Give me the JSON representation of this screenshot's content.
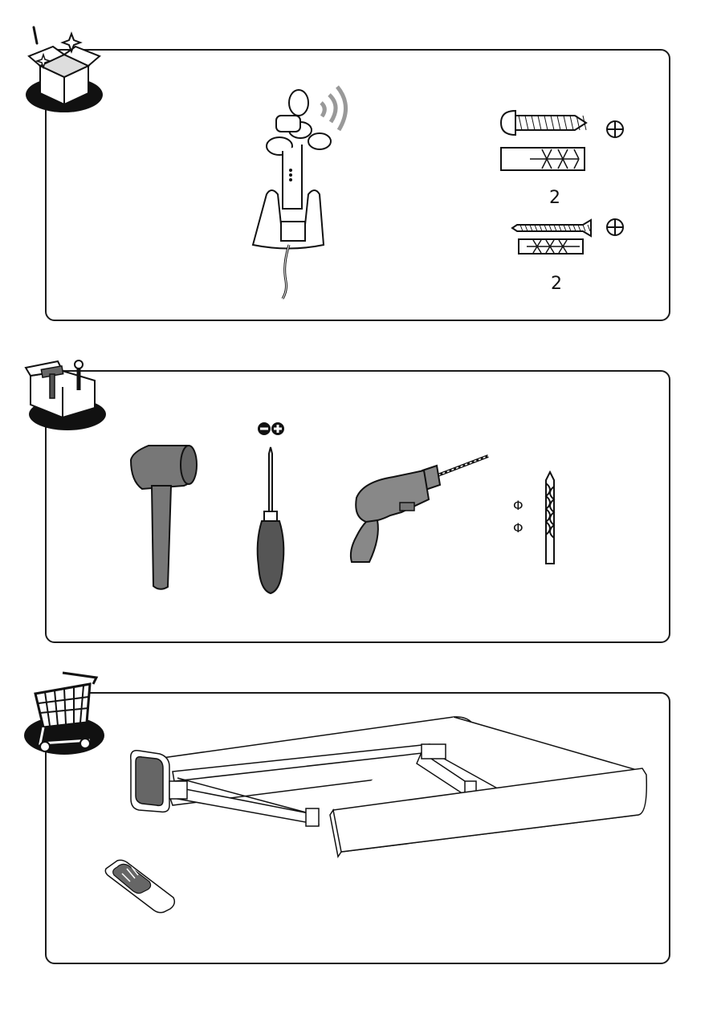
{
  "sections": [
    {
      "id": "contents",
      "badge_icon": "open-box-icon"
    },
    {
      "id": "tools",
      "badge_icon": "toolbox-icon"
    },
    {
      "id": "accessories",
      "badge_icon": "shopping-cart-icon"
    }
  ],
  "contents": {
    "screw_set_1_qty": "2",
    "screw_set_2_qty": "2"
  },
  "tools": {
    "drill_bit_sizes": [
      "Φ",
      "Φ"
    ]
  },
  "colors": {
    "line": "#1a1a1a",
    "fill_gray": "#777777",
    "fill_dark": "#333333"
  }
}
